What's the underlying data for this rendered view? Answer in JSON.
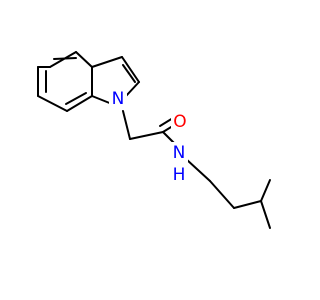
{
  "molecule": {
    "atoms": [
      {
        "id": "N1",
        "label": "N",
        "color": "#0000ff"
      },
      {
        "id": "O1",
        "label": "O",
        "color": "#ff0000"
      },
      {
        "id": "N2",
        "label": "N",
        "color": "#0000ff"
      },
      {
        "id": "H1",
        "label": "H",
        "color": "#0000ff"
      }
    ]
  }
}
